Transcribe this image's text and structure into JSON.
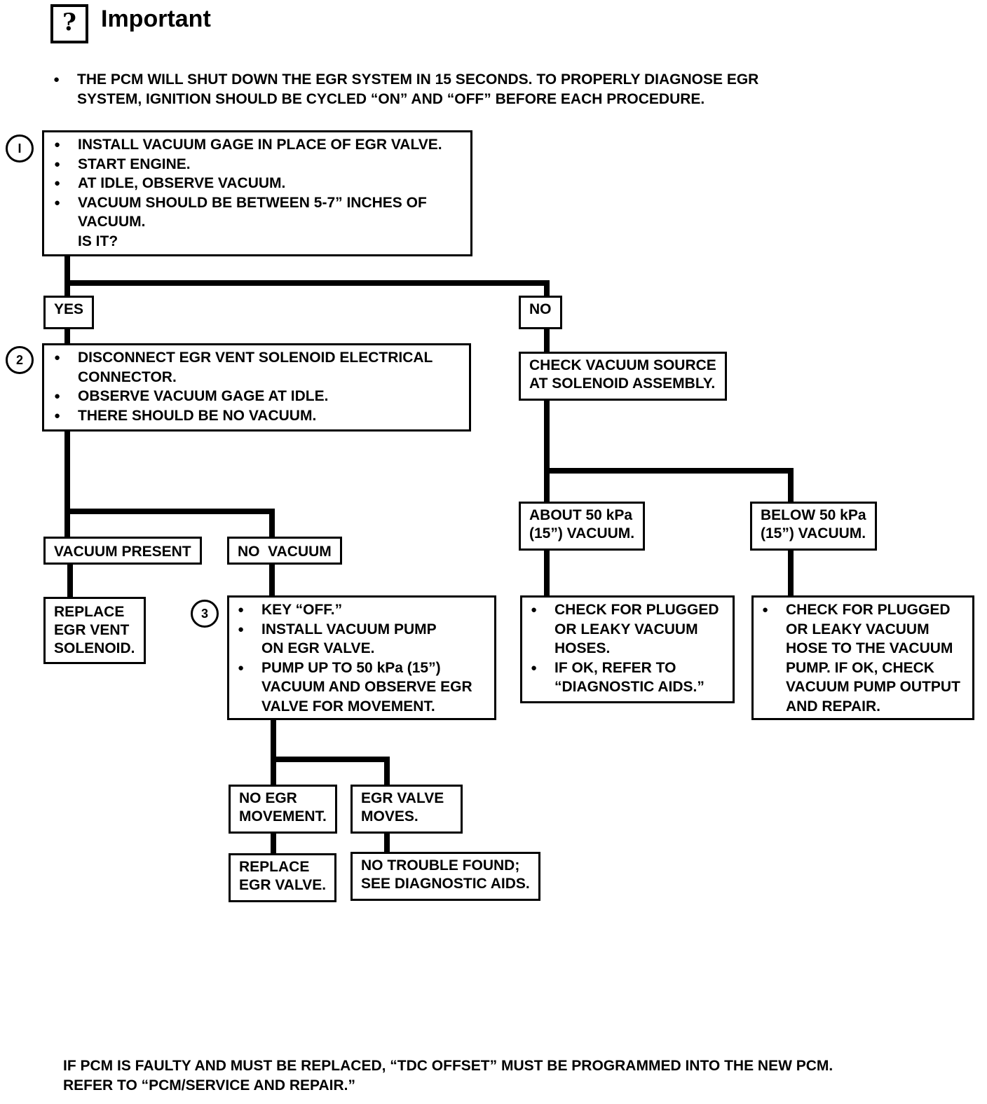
{
  "header": {
    "icon": "important-mark-icon",
    "title": "Important"
  },
  "important_note": {
    "line1": "THE PCM WILL SHUT DOWN THE EGR SYSTEM IN 15 SECONDS.  TO PROPERLY DIAGNOSE EGR",
    "line2": "SYSTEM, IGNITION SHOULD BE CYCLED “ON” AND “OFF” BEFORE EACH PROCEDURE."
  },
  "steps": {
    "step1": {
      "number": "I",
      "items": [
        "INSTALL VACUUM GAGE IN PLACE OF EGR VALVE.",
        "START ENGINE.",
        "AT IDLE, OBSERVE VACUUM.",
        "VACUUM SHOULD BE BETWEEN 5-7” INCHES OF VACUUM."
      ],
      "question": "IS IT?"
    },
    "step2": {
      "number": "2",
      "items": [
        "DISCONNECT EGR VENT SOLENOID ELECTRICAL CONNECTOR.",
        "OBSERVE VACUUM GAGE AT IDLE.",
        "THERE SHOULD BE NO VACUUM."
      ]
    },
    "step3": {
      "number": "3",
      "items": [
        "KEY “OFF.”",
        "INSTALL VACUUM PUMP ON EGR VALVE.",
        "PUMP UP TO 50 kPa (15”) VACUUM AND OBSERVE EGR VALVE FOR MOVEMENT."
      ]
    }
  },
  "branches": {
    "yes": "YES",
    "no": "NO",
    "vacuum_present": "VACUUM PRESENT",
    "no_vacuum": "NO  VACUUM",
    "about_50": {
      "line1": "ABOUT 50 kPa",
      "line2": "(15”) VACUUM."
    },
    "below_50": {
      "line1": "BELOW 50 kPa",
      "line2": "(15”) VACUUM."
    },
    "no_egr_movement": {
      "line1": "NO EGR",
      "line2": "MOVEMENT."
    },
    "egr_valve_moves": {
      "line1": "EGR VALVE",
      "line2": "MOVES."
    }
  },
  "results": {
    "check_vacuum_source": {
      "line1": "CHECK VACUUM SOURCE",
      "line2": "AT SOLENOID ASSEMBLY."
    },
    "replace_vent_solenoid": {
      "line1": "REPLACE",
      "line2": "EGR VENT",
      "line3": "SOLENOID."
    },
    "check_plugged_hoses": {
      "items": [
        "CHECK FOR PLUGGED OR LEAKY VACUUM HOSES.",
        "IF OK, REFER TO “DIAGNOSTIC AIDS.”"
      ]
    },
    "check_pump_hose": {
      "items": [
        "CHECK FOR PLUGGED OR LEAKY VACUUM HOSE TO THE VACUUM PUMP.  IF OK, CHECK VACUUM PUMP OUTPUT AND REPAIR."
      ]
    },
    "replace_egr_valve": {
      "line1": "REPLACE",
      "line2": "EGR VALVE."
    },
    "no_trouble_found": {
      "line1": "NO TROUBLE FOUND;",
      "line2": "SEE DIAGNOSTIC AIDS."
    }
  },
  "footer": {
    "line1": "IF PCM IS FAULTY AND MUST BE REPLACED, “TDC OFFSET” MUST BE PROGRAMMED INTO THE NEW PCM.",
    "line2": "REFER TO “PCM/SERVICE AND REPAIR.”"
  }
}
